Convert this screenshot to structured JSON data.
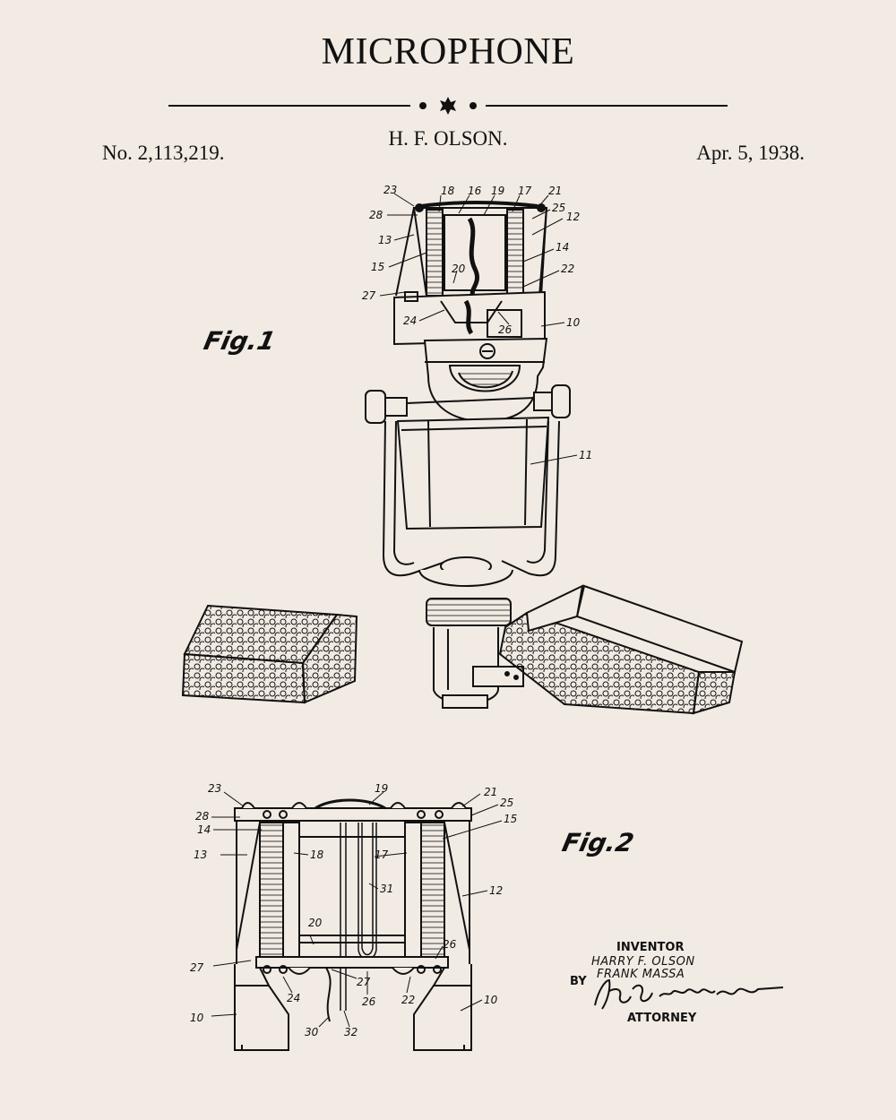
{
  "header": {
    "title": "MICROPHONE",
    "inventor": "H. F. OLSON.",
    "patent_number": "No. 2,113,219.",
    "date": "Apr. 5, 1938."
  },
  "figures": {
    "fig1_label": "Fig.1",
    "fig2_label": "Fig.2"
  },
  "fig1_refs": [
    "23",
    "18",
    "16",
    "19",
    "17",
    "21",
    "25",
    "12",
    "28",
    "13",
    "15",
    "14",
    "20",
    "22",
    "27",
    "24",
    "26",
    "10",
    "11"
  ],
  "fig2_refs": [
    "23",
    "19",
    "21",
    "25",
    "28",
    "15",
    "14",
    "13",
    "18",
    "17",
    "12",
    "31",
    "20",
    "27",
    "26",
    "24",
    "27",
    "26",
    "22",
    "10",
    "30",
    "32",
    "10"
  ],
  "signature": {
    "inventor_label": "INVENTOR",
    "name1": "HARRY F. OLSON",
    "name2": "FRANK MASSA",
    "by": "BY",
    "attorney": "ATTORNEY"
  },
  "colors": {
    "background": "#f2ebe3",
    "ink": "#111111"
  }
}
